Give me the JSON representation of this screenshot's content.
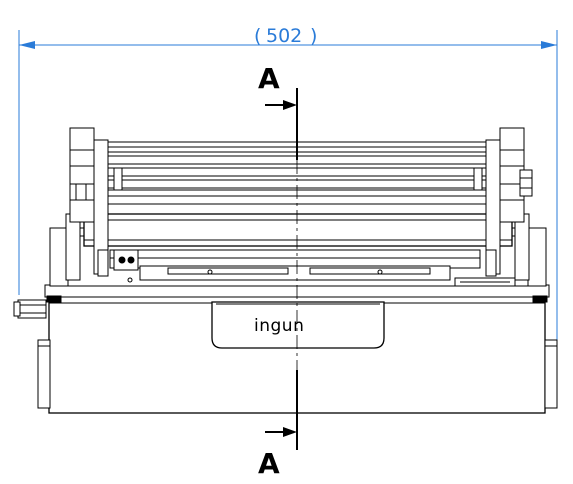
{
  "dimension": {
    "value": "502",
    "open_paren": "(",
    "close_paren": ")",
    "color": "#2a7bd8"
  },
  "section": {
    "top_label": "A",
    "bottom_label": "A"
  },
  "logo": {
    "text": "ingun",
    "icon": "ingun-logo-icon"
  },
  "colors": {
    "line": "#000000",
    "dimension": "#2a7bd8"
  }
}
